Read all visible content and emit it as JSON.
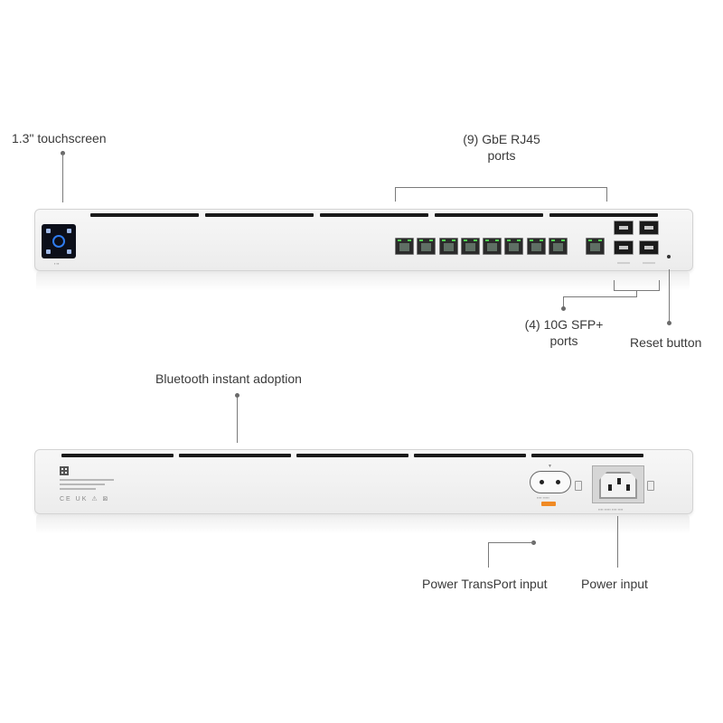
{
  "labels": {
    "touchscreen": "1.3\" touchscreen",
    "rj45_line1": "(9) GbE RJ45",
    "rj45_line2": "ports",
    "sfp_line1": "(4) 10G SFP+",
    "sfp_line2": "ports",
    "reset": "Reset button",
    "bluetooth": "Bluetooth instant adoption",
    "power_transport": "Power TransPort input",
    "power_input": "Power input"
  },
  "icons": {
    "touchscreen": "touchscreen-display-icon",
    "rj45": "rj45-port-icon",
    "sfp": "sfp-cage-icon",
    "reset": "reset-pinhole-icon",
    "qr": "qr-code-icon",
    "power_transport": "power-transport-socket-icon",
    "power": "iec-c14-power-inlet-icon"
  },
  "colors": {
    "led_green": "#4fd04f",
    "touchscreen_accent": "#2f7cf0",
    "power_transport_badge": "#f08a24",
    "label_text": "#3a3a3a"
  }
}
